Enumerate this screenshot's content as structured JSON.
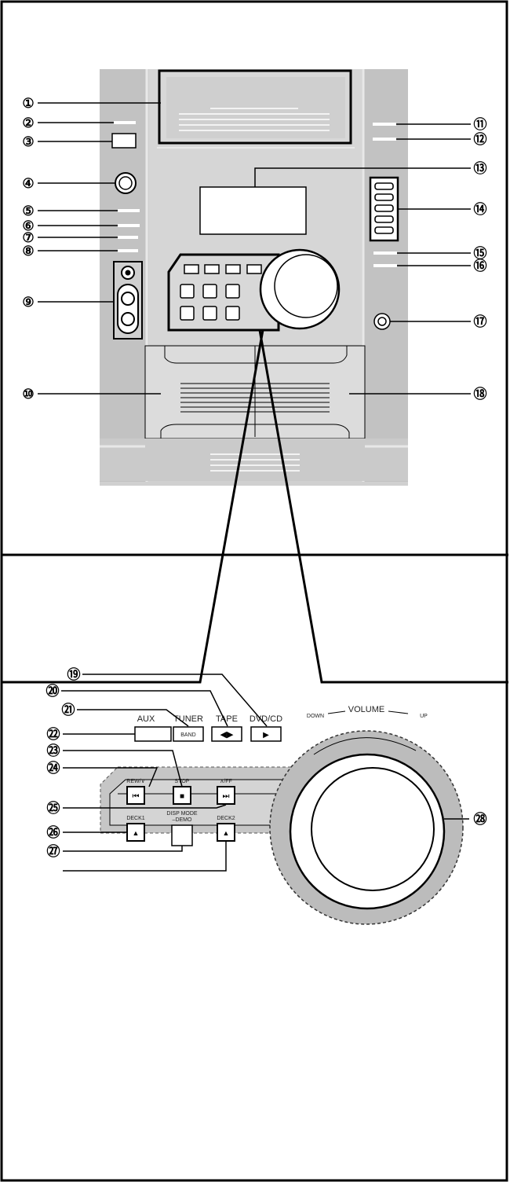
{
  "callouts": [
    "①",
    "②",
    "③",
    "④",
    "⑤",
    "⑥",
    "⑦",
    "⑧",
    "⑨",
    "⑩",
    "⑪",
    "⑫",
    "⑬",
    "⑭",
    "⑮",
    "⑯",
    "⑰",
    "⑱",
    "⑲",
    "⑳",
    "㉑",
    "㉒",
    "㉓",
    "㉔",
    "㉕",
    "㉖",
    "㉗",
    "㉘"
  ],
  "panel_labels": {
    "aux": "AUX",
    "tuner": "TUNER",
    "tape": "TAPE",
    "dvdcd": "DVD/CD",
    "band": "BAND",
    "rew": "REW/∨",
    "stop": "STOP",
    "ff": "∧/FF",
    "deck1": "DECK1",
    "disp_mode_1": "DISP MODE",
    "disp_mode_2": "–DEMO",
    "deck2": "DECK2",
    "volume": "VOLUME",
    "down": "DOWN",
    "up": "UP"
  },
  "icons": {
    "play_pause": "◀▶",
    "play": "▶",
    "prev": "⏮",
    "stop": "■",
    "next": "⏭",
    "eject": "▲"
  },
  "colors": {
    "unit_body": "#d2d2d2",
    "unit_panel": "#c6c6c6",
    "unit_light": "#e0e0e0",
    "volume_ring": "#bcbcbc",
    "line": "#000000"
  }
}
